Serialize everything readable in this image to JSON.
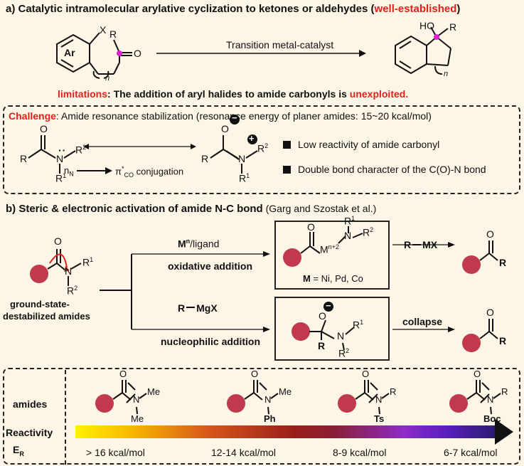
{
  "section_a": {
    "title_prefix": "a) Catalytic intramolecular arylative cyclization to ketones or aldehydes (",
    "title_highlight": "well-established",
    "title_suffix": ")",
    "reaction_arrow_label": "Transition metal-catalyst",
    "reactant_labels": {
      "ar": "Ar",
      "x": "X",
      "r": "R",
      "o": "O",
      "n": "n"
    },
    "product_labels": {
      "ho": "HO",
      "r": "R",
      "n": "n"
    },
    "limitations_label": "limitations",
    "limitations_text": ": The addition of aryl halides to amide carbonyls is ",
    "limitations_highlight": "unexploited."
  },
  "challenge": {
    "label": "Challenge",
    "text": ": Amide resonance stabilization (resonance energy of planer amides: 15~20 kcal/mol)",
    "conjugation_nN": "n",
    "conjugation_nN_sub": "N",
    "conjugation_pi": "π",
    "conjugation_star": "*",
    "conjugation_co": "CO",
    "conjugation_rest": " conjugation",
    "bullets": [
      "Low reactivity of amide carbonyl",
      "Double bond character of the C(O)-N bond"
    ],
    "atoms": {
      "r": "R",
      "n": "N",
      "r1": "R",
      "r2": "R",
      "o": "O",
      "minus": "−",
      "plus": "+"
    }
  },
  "section_b": {
    "title": "b) Steric & electronic activation of amide N-C bond",
    "title_note": " (Garg and Szostak et al.)",
    "start_label_line1": "ground-state-",
    "start_label_line2": "destabilized amides",
    "upper_reagent": "M",
    "upper_reagent_sup": "n",
    "upper_reagent_rest": "/ligand",
    "upper_label": "oxidative addition",
    "lower_reagent": "R",
    "lower_reagent_rest": "MgX",
    "lower_label": "nucleophilic addition",
    "upper_box_metal": "M",
    "upper_box_metal_sup": "n+2",
    "upper_box_note_m": "M",
    "upper_box_note_rest": " = Ni, Pd, Co",
    "upper_right_reagent_r": "R",
    "upper_right_reagent_mx": "MX",
    "lower_right_label": "collapse",
    "atoms": {
      "o": "O",
      "n": "N",
      "r": "R",
      "r1": "R",
      "r2": "R",
      "one": "1",
      "two": "2"
    }
  },
  "section_c": {
    "row_amides": "amides",
    "row_reactivity": "Reactivity",
    "row_er": "E",
    "row_er_sub": "R",
    "amide_subs": [
      {
        "top": "Me",
        "bottom": "Me"
      },
      {
        "top": "Me",
        "bottom": "Ph"
      },
      {
        "top": "R",
        "bottom": "Ts"
      },
      {
        "top": "R",
        "bottom": "Boc"
      }
    ],
    "energies": [
      "> 16 kcal/mol",
      "12-14 kcal/mol",
      "8-9 kcal/mol",
      "6-7 kcal/mol"
    ],
    "atoms": {
      "o": "O",
      "n": "N"
    }
  },
  "colors": {
    "accent_red": "#e3201b",
    "sphere": "#c0394d",
    "magenta": "#e020d0",
    "background": "#fdf5e6"
  }
}
